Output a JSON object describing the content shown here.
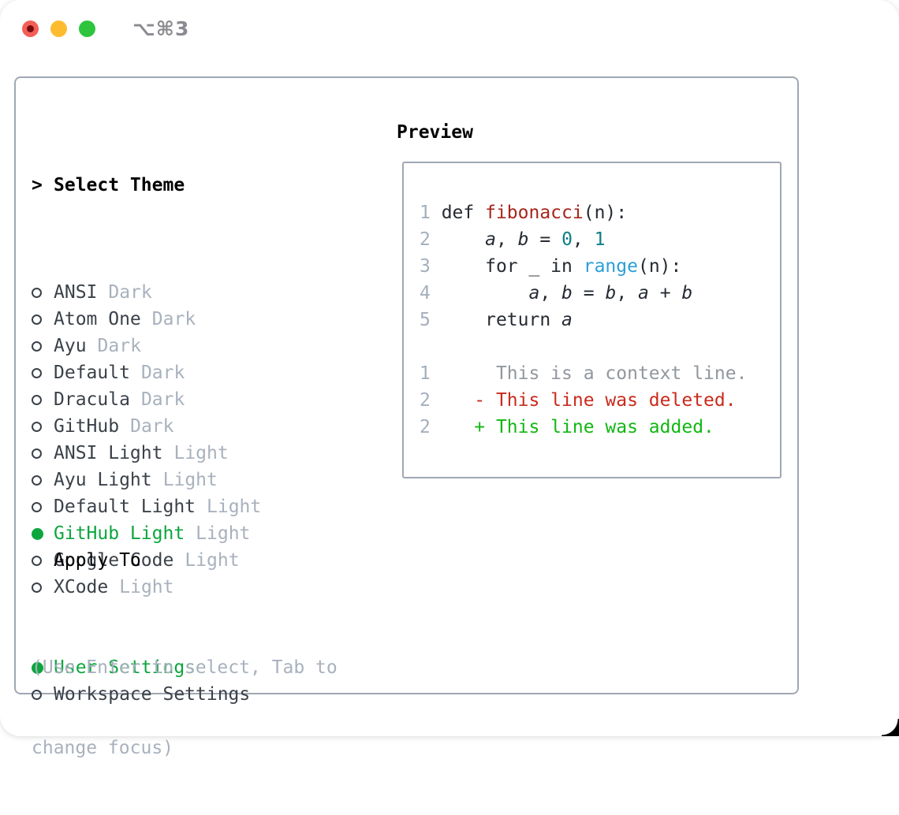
{
  "window": {
    "title": "⌥⌘3",
    "traffic_lights": [
      "close",
      "minimize",
      "zoom"
    ]
  },
  "colors": {
    "accent_green": "#0ca63e",
    "added_green": "#12b712",
    "deleted_red": "#c92a1c",
    "function_red": "#a6261a",
    "number_teal": "#0c7e85",
    "builtin_blue": "#2b9fd8",
    "muted_gray": "#a8b1bd",
    "border_gray": "#9fa8b3",
    "text_dark": "#3b4149"
  },
  "theme_list": {
    "prompt": ">",
    "header": "Select Theme",
    "items": [
      {
        "name": "ANSI",
        "tag": "Dark",
        "selected": false
      },
      {
        "name": "Atom One",
        "tag": "Dark",
        "selected": false
      },
      {
        "name": "Ayu",
        "tag": "Dark",
        "selected": false
      },
      {
        "name": "Default",
        "tag": "Dark",
        "selected": false
      },
      {
        "name": "Dracula",
        "tag": "Dark",
        "selected": false
      },
      {
        "name": "GitHub",
        "tag": "Dark",
        "selected": false
      },
      {
        "name": "ANSI Light",
        "tag": "Light",
        "selected": false
      },
      {
        "name": "Ayu Light",
        "tag": "Light",
        "selected": false
      },
      {
        "name": "Default Light",
        "tag": "Light",
        "selected": false
      },
      {
        "name": "GitHub Light",
        "tag": "Light",
        "selected": true
      },
      {
        "name": "Google Code",
        "tag": "Light",
        "selected": false
      },
      {
        "name": "XCode",
        "tag": "Light",
        "selected": false
      }
    ]
  },
  "apply_to": {
    "header": "Apply To",
    "options": [
      {
        "label": "User Settings",
        "selected": true
      },
      {
        "label": "Workspace Settings",
        "selected": false
      }
    ]
  },
  "help": {
    "lines": [
      "(Use Enter to select, Tab to",
      "change focus)"
    ]
  },
  "preview": {
    "header": "Preview",
    "lines": [
      {
        "num": "1",
        "segments": [
          {
            "t": "def ",
            "c": "code"
          },
          {
            "t": "fibonacci",
            "c": "func"
          },
          {
            "t": "(n):",
            "c": "code"
          }
        ]
      },
      {
        "num": "2",
        "segments": [
          {
            "t": "    ",
            "c": "code"
          },
          {
            "t": "a",
            "c": "var"
          },
          {
            "t": ", ",
            "c": "code"
          },
          {
            "t": "b",
            "c": "var"
          },
          {
            "t": " = ",
            "c": "code"
          },
          {
            "t": "0",
            "c": "number"
          },
          {
            "t": ", ",
            "c": "code"
          },
          {
            "t": "1",
            "c": "number"
          }
        ]
      },
      {
        "num": "3",
        "segments": [
          {
            "t": "    for _ in ",
            "c": "code"
          },
          {
            "t": "range",
            "c": "builtin"
          },
          {
            "t": "(n):",
            "c": "code"
          }
        ]
      },
      {
        "num": "4",
        "segments": [
          {
            "t": "        ",
            "c": "code"
          },
          {
            "t": "a",
            "c": "var"
          },
          {
            "t": ", ",
            "c": "code"
          },
          {
            "t": "b",
            "c": "var"
          },
          {
            "t": " = ",
            "c": "code"
          },
          {
            "t": "b",
            "c": "var"
          },
          {
            "t": ", ",
            "c": "code"
          },
          {
            "t": "a",
            "c": "var"
          },
          {
            "t": " + ",
            "c": "code"
          },
          {
            "t": "b",
            "c": "var"
          }
        ]
      },
      {
        "num": "5",
        "segments": [
          {
            "t": "    return ",
            "c": "code"
          },
          {
            "t": "a",
            "c": "var"
          }
        ]
      },
      {
        "num": "",
        "segments": []
      },
      {
        "num": "1",
        "segments": [
          {
            "t": "     This is a context line.",
            "c": "context"
          }
        ]
      },
      {
        "num": "2",
        "segments": [
          {
            "t": "   ",
            "c": "code"
          },
          {
            "t": "- This line was deleted.",
            "c": "deleted"
          }
        ]
      },
      {
        "num": "2",
        "segments": [
          {
            "t": "   ",
            "c": "code"
          },
          {
            "t": "+ This line was added.",
            "c": "added"
          }
        ]
      }
    ]
  }
}
